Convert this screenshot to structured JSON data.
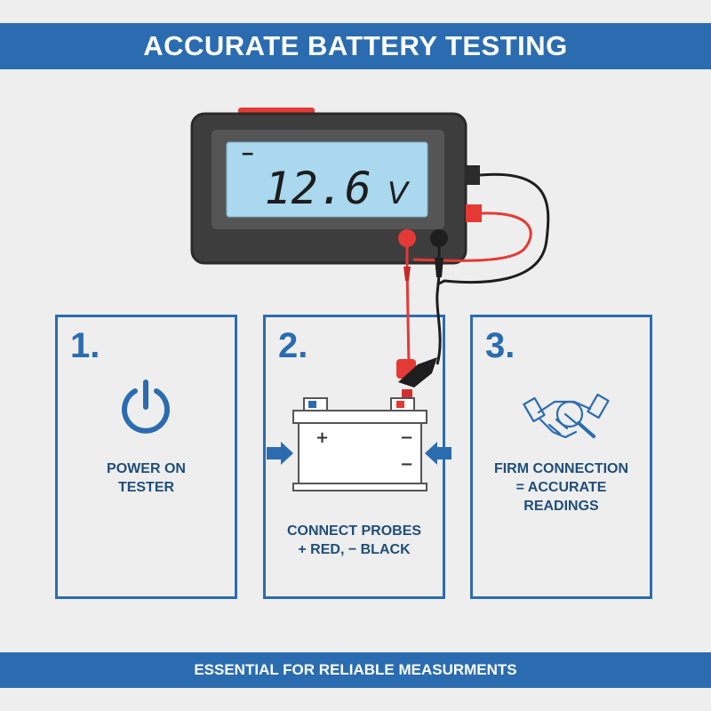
{
  "title": "ACCURATE BATTERY TESTING",
  "footer": "ESSENTIAL FOR RELIABLE MEASURMENTS",
  "display": {
    "reading": "12.6",
    "unit": "V",
    "minus_sign": "−"
  },
  "battery": {
    "plus": "+",
    "minus_top": "−",
    "minus_bottom": "−"
  },
  "steps": [
    {
      "number": "1.",
      "lines": [
        "POWER ON",
        "TESTER"
      ],
      "icon": "power-icon"
    },
    {
      "number": "2.",
      "lines": [
        "CONNECT PROBES",
        "+ RED, − BLACK"
      ],
      "icon": "battery-icon"
    },
    {
      "number": "3.",
      "lines": [
        "FIRM CONNECTION",
        "= ACCURATE",
        "READINGS"
      ],
      "icon": "handshake-icon"
    }
  ],
  "colors": {
    "accent": "#2b6cb0",
    "probe_red": "#e03131",
    "probe_black": "#222222",
    "lcd": "#a9d8ef"
  }
}
